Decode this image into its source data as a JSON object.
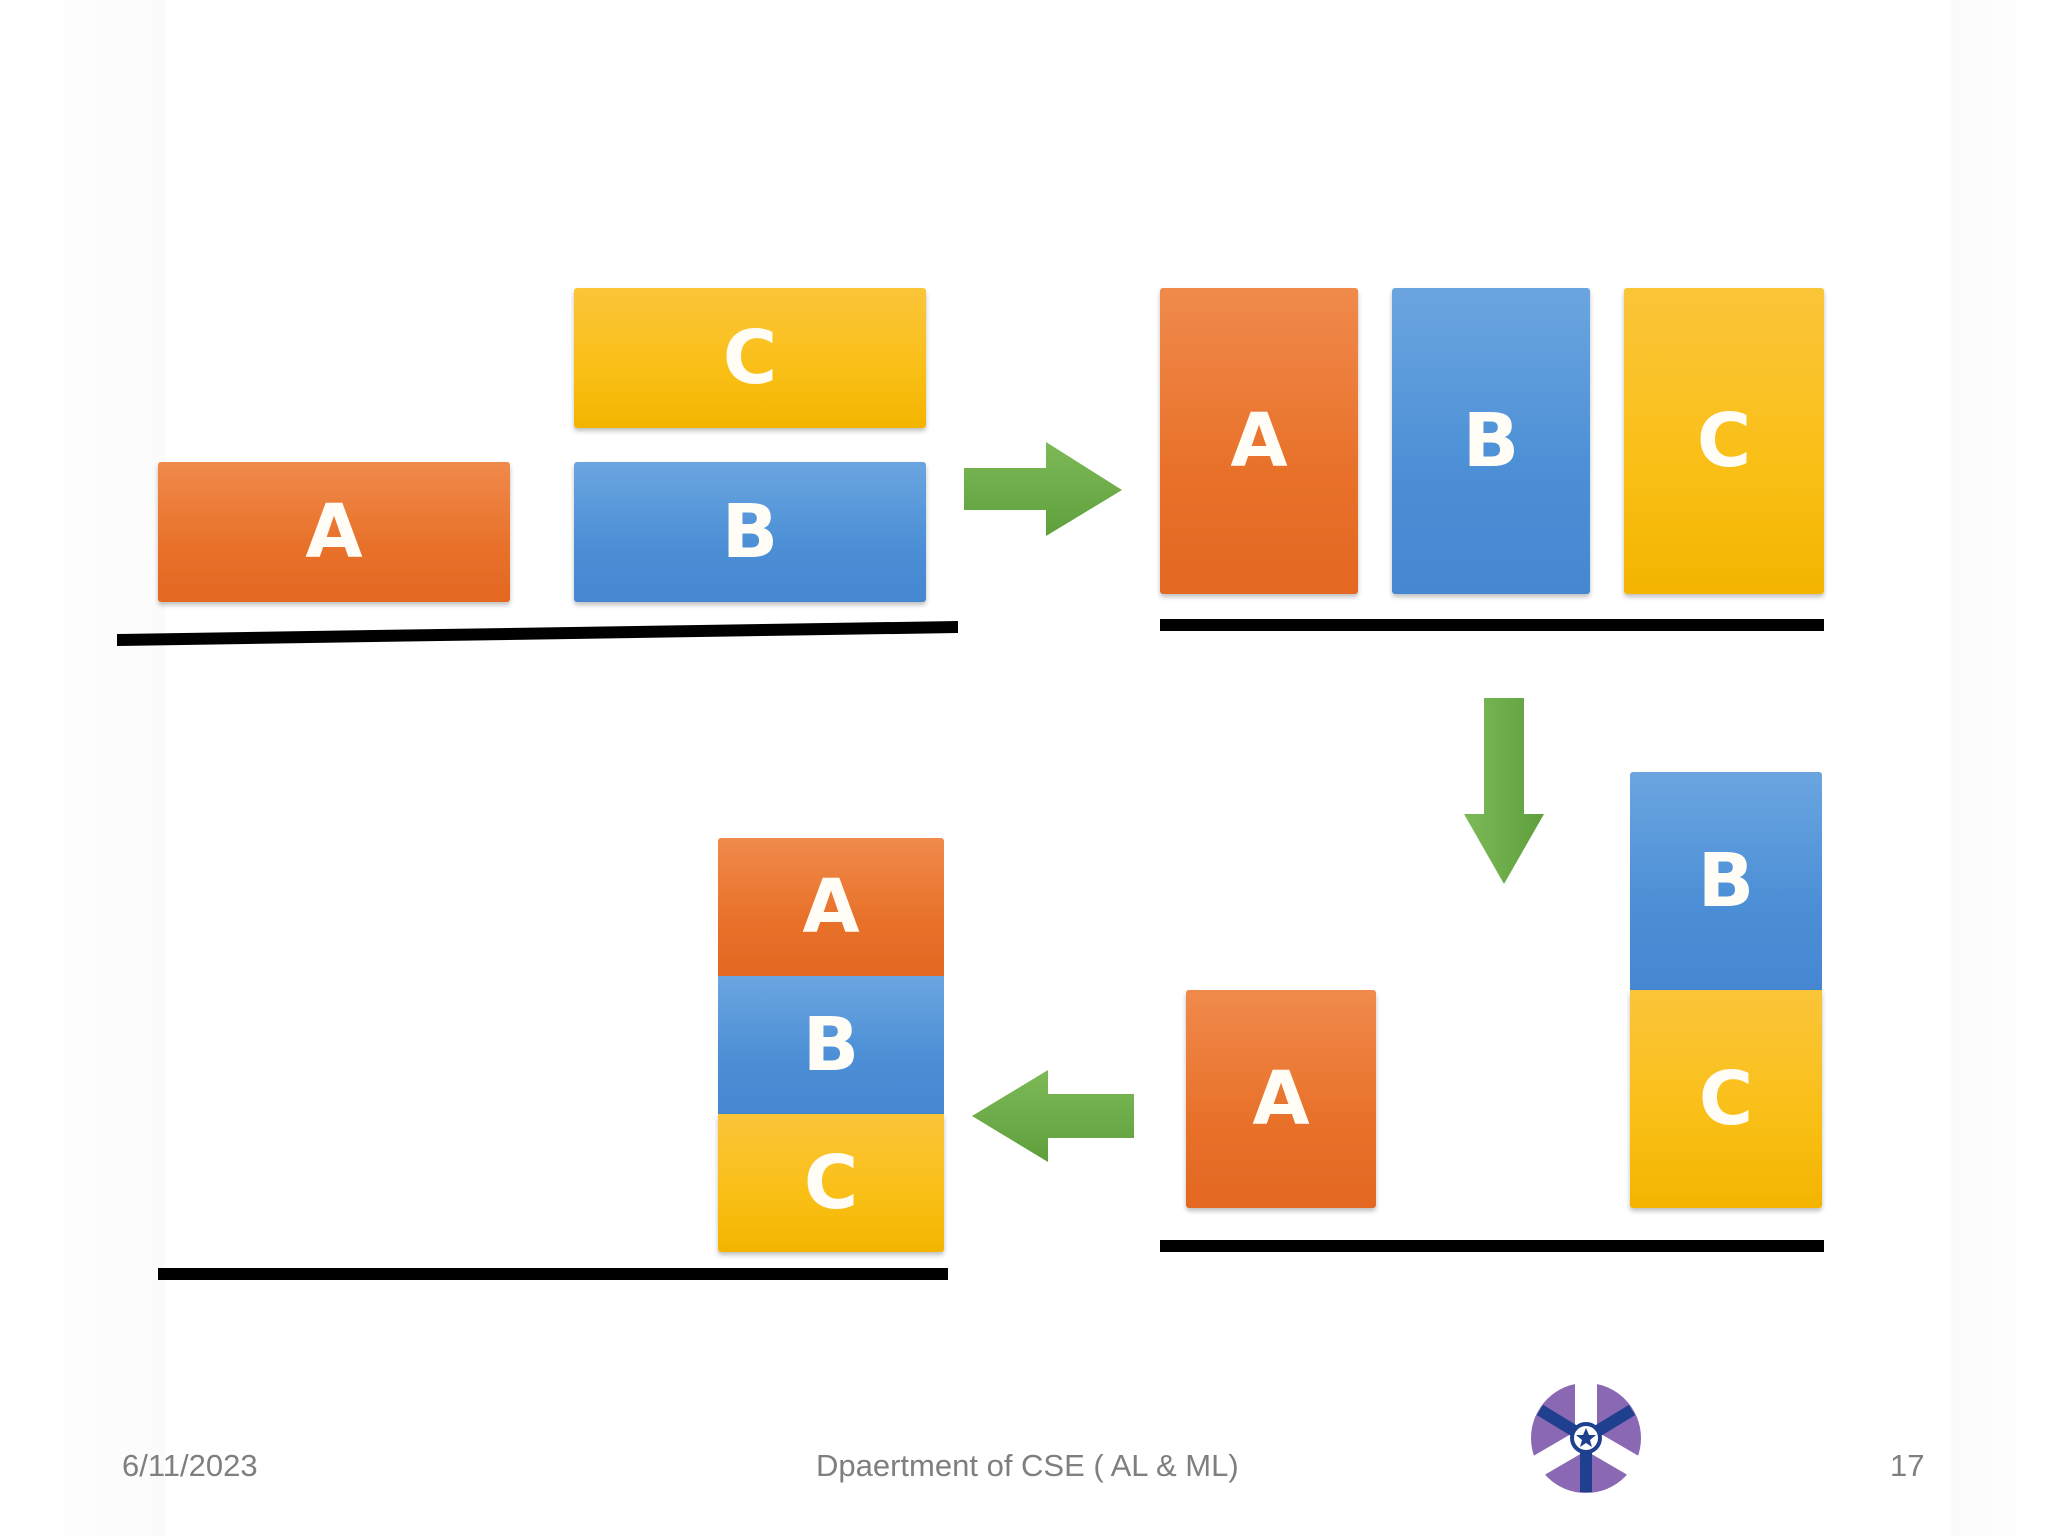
{
  "diagram": {
    "state1": {
      "a_label": "A",
      "b_label": "B",
      "c_label": "C"
    },
    "state2": {
      "a_label": "A",
      "b_label": "B",
      "c_label": "C"
    },
    "state3": {
      "a_label": "A",
      "b_label": "B",
      "c_label": "C"
    },
    "state4": {
      "a_label": "A",
      "b_label": "B",
      "c_label": "C"
    }
  },
  "colors": {
    "block_a": "#e8712a",
    "block_b": "#4c8fd6",
    "block_c": "#f9bf15",
    "arrow": "#6aab46",
    "table": "#000000"
  },
  "icons": {
    "arrows": [
      "arrow-right-icon",
      "arrow-down-icon",
      "arrow-left-icon"
    ],
    "logo": "institution-logo-icon"
  },
  "footer": {
    "date": "6/11/2023",
    "department": "Dpaertment of CSE ( AL & ML)",
    "page_number": "17"
  }
}
